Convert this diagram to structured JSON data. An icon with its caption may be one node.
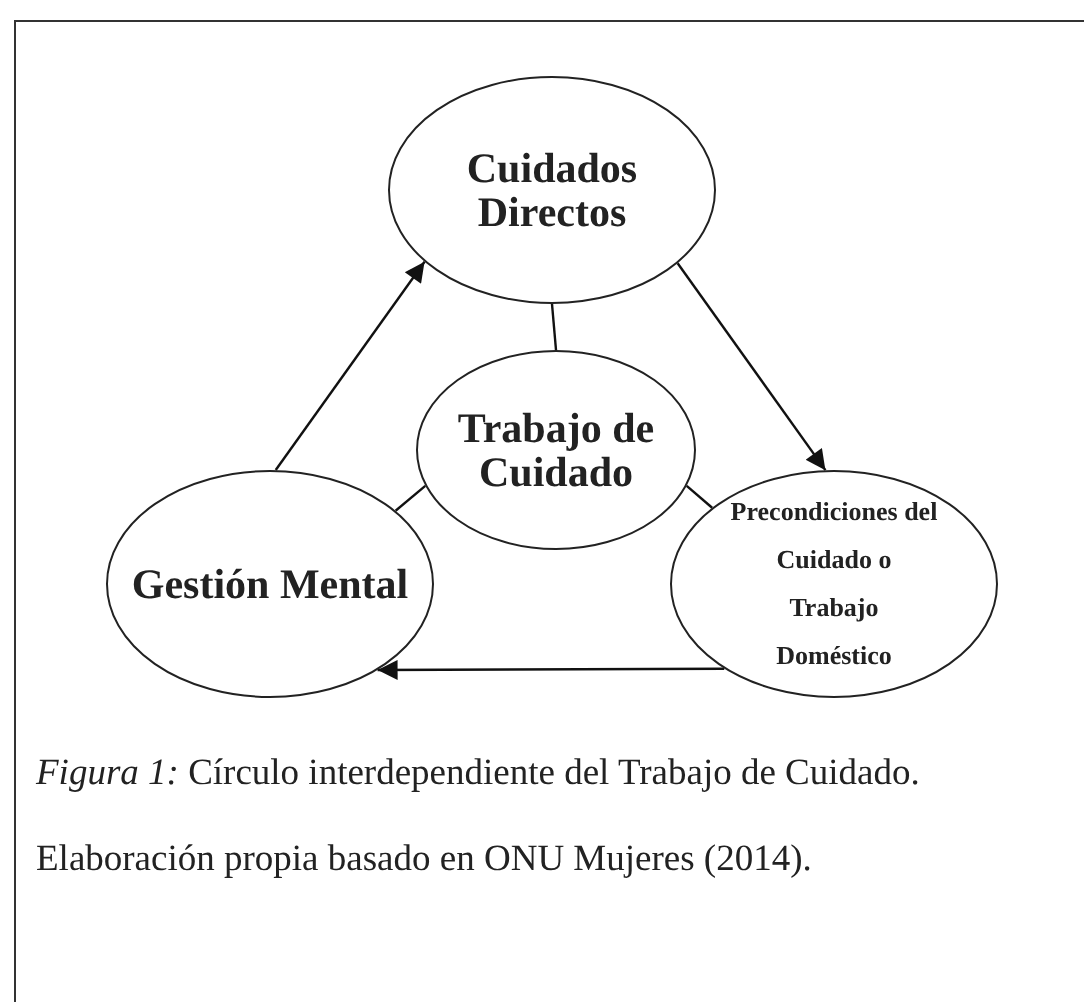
{
  "diagram": {
    "nodes": [
      {
        "text": [
          "Cuidados Directos"
        ]
      },
      {
        "text": [
          "Trabajo de Cuidado"
        ]
      },
      {
        "text": [
          "Gestión Mental"
        ]
      },
      {
        "text": [
          "Precondiciones del Cuidado o Trabajo Doméstico"
        ]
      }
    ],
    "edges": [
      {
        "from": 2,
        "to": 0,
        "arrow": "to"
      },
      {
        "from": 0,
        "to": 3,
        "arrow": "to"
      },
      {
        "from": 3,
        "to": 2,
        "arrow": "to"
      },
      {
        "from": 0,
        "to": 1,
        "arrow": "none"
      },
      {
        "from": 1,
        "to": 2,
        "arrow": "none"
      },
      {
        "from": 1,
        "to": 3,
        "arrow": "none"
      }
    ],
    "caption": "*Figura 1:* Círculo interdependiente del Trabajo de Cuidado.",
    "labels": [
      "Elaboración propia basado en ONU Mujeres (2014)."
    ]
  }
}
